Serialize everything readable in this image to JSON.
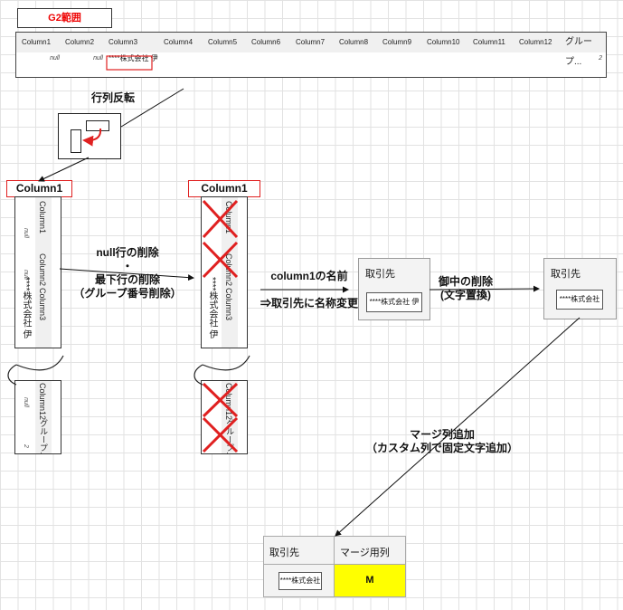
{
  "g2_label": "G2範囲",
  "top_table": {
    "columns": [
      "Column1",
      "Column2",
      "Column3",
      "Column4",
      "Column5",
      "Column6",
      "Column7",
      "Column8",
      "Column9",
      "Column10",
      "Column11",
      "Column12",
      "グループ..."
    ],
    "row": [
      "null",
      "null",
      "****株式会社 伊",
      "",
      "",
      "",
      "",
      "",
      "",
      "",
      "",
      "",
      "2"
    ]
  },
  "transpose_label": "行列反転",
  "strip_title_1": "Column1",
  "strip_title_2": "Column1",
  "strip_rows": {
    "a_header": "Column1",
    "a_null": "null",
    "b_header": "Column2",
    "b_null": "null",
    "c_header": "Column3",
    "c_value": "****株式会社 伊",
    "d_header": "Column12",
    "d_null": "null",
    "e_header": "グループ...",
    "e_value": "2"
  },
  "step1_label_line1": "null行の削除",
  "step1_label_line2": "・",
  "step1_label_line3": "最下行の削除",
  "step1_label_line4": "（グループ番号削除）",
  "step2_label_line1": "column1の名前",
  "step2_label_line2": "⇒取引先に名称変更",
  "box_a_header": "取引先",
  "box_a_value": "****株式会社 伊",
  "step3_label_line1": "御中の削除",
  "step3_label_line2": "(文字置換)",
  "box_b_header": "取引先",
  "box_b_value": "****株式会社",
  "step4_label_line1": "マージ列追加",
  "step4_label_line2": "（カスタム列で固定文字追加）",
  "final_table": {
    "header_1": "取引先",
    "header_2": "マージ用列",
    "value_1": "****株式会社",
    "value_2": "M"
  }
}
